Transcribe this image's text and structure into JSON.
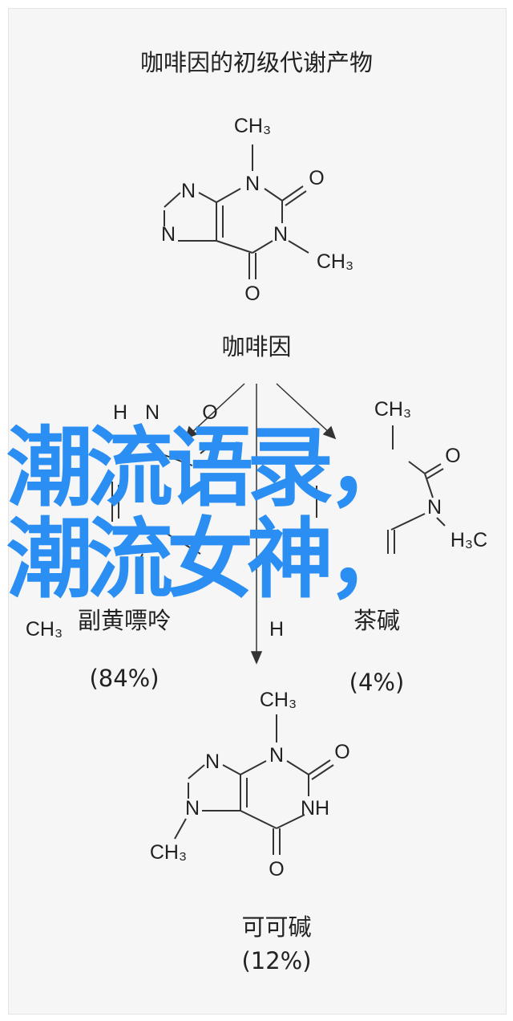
{
  "title": "咖啡因的初级代谢产物",
  "caffeine": {
    "name": "咖啡因",
    "atoms": {
      "ch3_top": "CH₃",
      "n1": "N",
      "n2": "N",
      "n3": "N",
      "n4": "N",
      "o1": "O",
      "o2": "O",
      "ch3_right": "CH₃"
    }
  },
  "paraxanthine": {
    "name": "副黄嘌呤",
    "percent": "(84%)",
    "atoms": {
      "h": "H",
      "o": "O",
      "n": "N",
      "ch3": "CH₃"
    }
  },
  "theophylline": {
    "name": "茶碱",
    "percent": "(4%)",
    "atoms": {
      "ch3": "CH₃",
      "o": "O",
      "n": "N",
      "h3c": "H₃C",
      "h": "H"
    }
  },
  "theobromine": {
    "name": "可可碱",
    "percent": "(12%)",
    "atoms": {
      "ch3_top": "CH₃",
      "n1": "N",
      "n2": "N",
      "n3": "N",
      "o1": "O",
      "nh": "NH",
      "o2": "O",
      "ch3_bottom": "CH₃"
    }
  },
  "overlay": {
    "line1": "潮流语录，",
    "line2": "潮流女神，"
  },
  "colors": {
    "overlay": "#2b8ef2"
  }
}
